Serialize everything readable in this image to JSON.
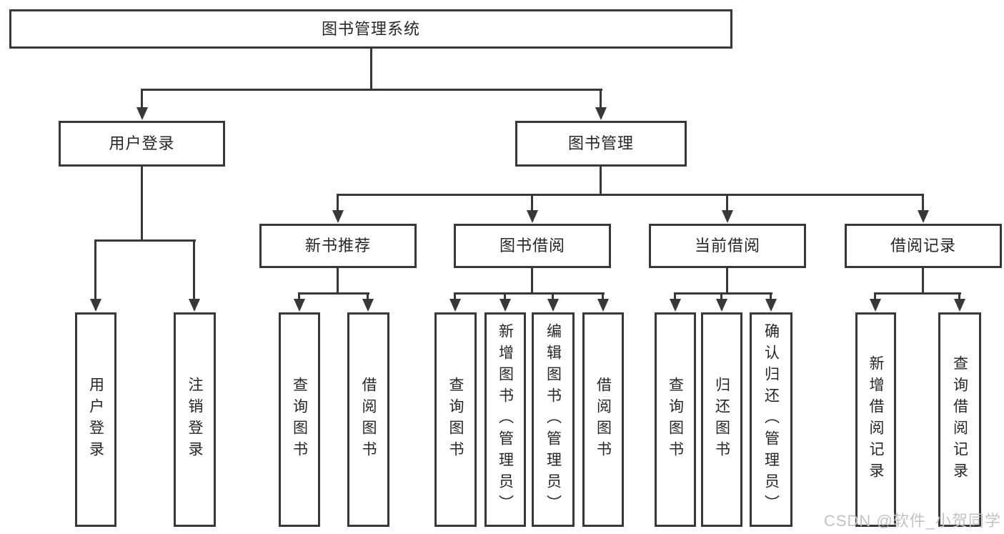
{
  "diagram_title": "图书管理系统",
  "watermark": "CSDN @软件_小贺同学",
  "colors": {
    "line": "#383838",
    "text": "#262626",
    "watermark": "#c3c3c3",
    "background": "#ffffff"
  },
  "nodes": {
    "root": "图书管理系统",
    "user_login": "用户登录",
    "book_mgmt": "图书管理",
    "new_books": "新书推荐",
    "book_borrow": "图书借阅",
    "current_borrow": "当前借阅",
    "borrow_records": "借阅记录",
    "leaf_user_login": "用户登录",
    "leaf_logout": "注销登录",
    "leaf_nb_query": "查询图书",
    "leaf_nb_borrow": "借阅图书",
    "leaf_bb_query": "查询图书",
    "leaf_bb_add": "新增图书（管理员）",
    "leaf_bb_edit": "编辑图书（管理员）",
    "leaf_bb_borrow": "借阅图书",
    "leaf_cb_query": "查询图书",
    "leaf_cb_return": "归还图书",
    "leaf_cb_confirm": "确认归还（管理员）",
    "leaf_br_add": "新增借阅记录",
    "leaf_br_query": "查询借阅记录"
  }
}
